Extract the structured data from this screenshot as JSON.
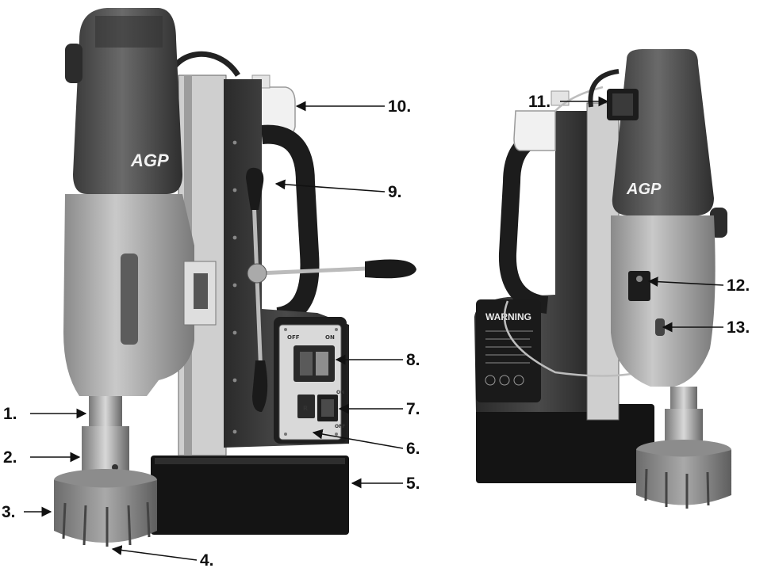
{
  "brand_logo": "AGP",
  "left_view": {
    "switch_panel": {
      "off_label": "OFF",
      "on_label": "ON",
      "reverse_label": "R",
      "rocker_on_label": "ON",
      "rocker_off_label": "OFF"
    },
    "callouts": [
      "1.",
      "2.",
      "3.",
      "4.",
      "5.",
      "6.",
      "7.",
      "8.",
      "9.",
      "10."
    ]
  },
  "right_view": {
    "warning_label": "WARNING",
    "callouts": [
      "11.",
      "12.",
      "13."
    ]
  }
}
